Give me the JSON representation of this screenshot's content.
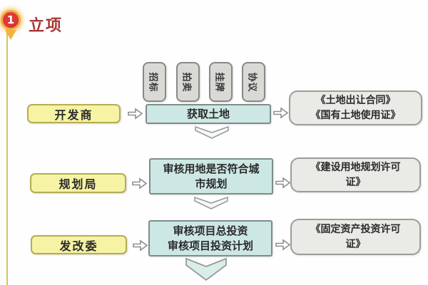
{
  "header": {
    "badge": "1",
    "title": "立项"
  },
  "methods": [
    "招标",
    "拍卖",
    "挂牌",
    "协议"
  ],
  "rows": [
    {
      "actor": "开发商",
      "action": "获取土地",
      "result": "《土地出让合同》\n《国有土地使用证》"
    },
    {
      "actor": "规划局",
      "action": "审核用地是否符合城\n市规划",
      "result": "《建设用地规划许可\n证》"
    },
    {
      "actor": "发改委",
      "action": "审核项目总投资\n审核项目投资计划",
      "result": "《固定资产投资许可\n证》"
    }
  ],
  "colors": {
    "accent_red": "#a93434",
    "badge_red": "#c42427",
    "badge_ring_orange": "#f2a93b",
    "actor_yellow": "#f6f3a4",
    "action_teal": "#cde8e4",
    "result_gray": "#eaeae6",
    "timeline_olive": "#d3c75c"
  }
}
